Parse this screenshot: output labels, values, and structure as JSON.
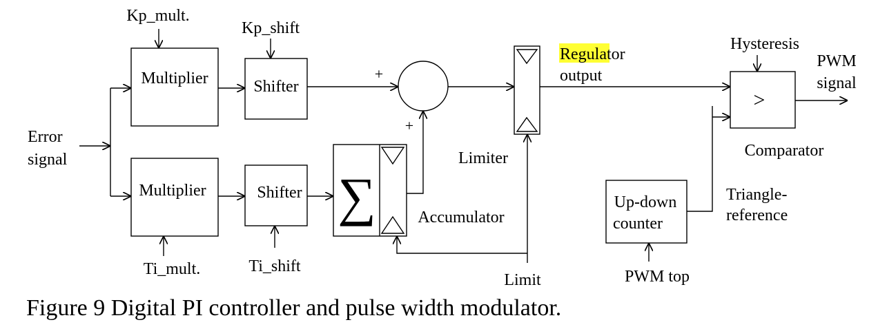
{
  "labels": {
    "kp_mult": "Kp_mult.",
    "kp_shift": "Kp_shift",
    "ti_mult": "Ti_mult.",
    "ti_shift": "Ti_shift",
    "error_line1": "Error",
    "error_line2": "signal",
    "limiter": "Limiter",
    "accumulator": "Accumulator",
    "limit": "Limit",
    "regulator_line1_highlight": "Regula",
    "regulator_line1_rest": "tor",
    "regulator_line2": "output",
    "hysteresis": "Hysteresis",
    "pwm_signal_line1": "PWM",
    "pwm_signal_line2": "signal",
    "comparator": "Comparator",
    "triangle_line1": "Triangle-",
    "triangle_line2": "reference",
    "pwm_top": "PWM top"
  },
  "blocks": {
    "multiplier_top": "Multiplier",
    "multiplier_bottom": "Multiplier",
    "shifter_top": "Shifter",
    "shifter_bottom": "Shifter",
    "sum_symbol": "∑",
    "comparator_symbol": ">",
    "updown_line1": "Up-down",
    "updown_line2": "counter"
  },
  "signs": {
    "plus_top": "+",
    "plus_bottom": "+"
  },
  "colors": {
    "highlight": "#ffff33"
  },
  "caption": "Figure 9 Digital PI controller and pulse width modulator."
}
